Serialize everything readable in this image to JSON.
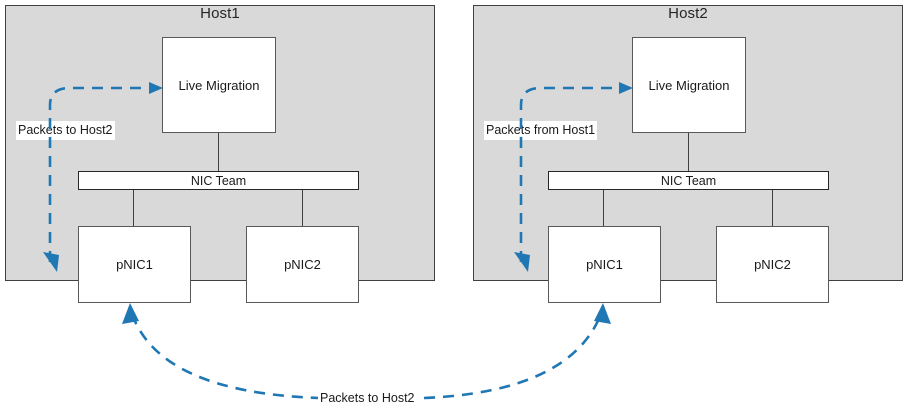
{
  "diagram": {
    "title_hidden": "",
    "accent_color": "#1f77b4",
    "host_fill": "#d9d9d9",
    "node_fill": "#ffffff",
    "border_color": "#595959"
  },
  "hosts": [
    {
      "title": "Host1",
      "live_migration": "Live Migration",
      "nic_team": "NIC Team",
      "pnic1": "pNIC1",
      "pnic2": "pNIC2",
      "flow_label": "Packets to Host2"
    },
    {
      "title": "Host2",
      "live_migration": "Live Migration",
      "nic_team": "NIC Team",
      "pnic1": "pNIC1",
      "pnic2": "pNIC2",
      "flow_label": "Packets from Host1"
    }
  ],
  "bottom_flow": {
    "label": "Packets to Host2"
  }
}
